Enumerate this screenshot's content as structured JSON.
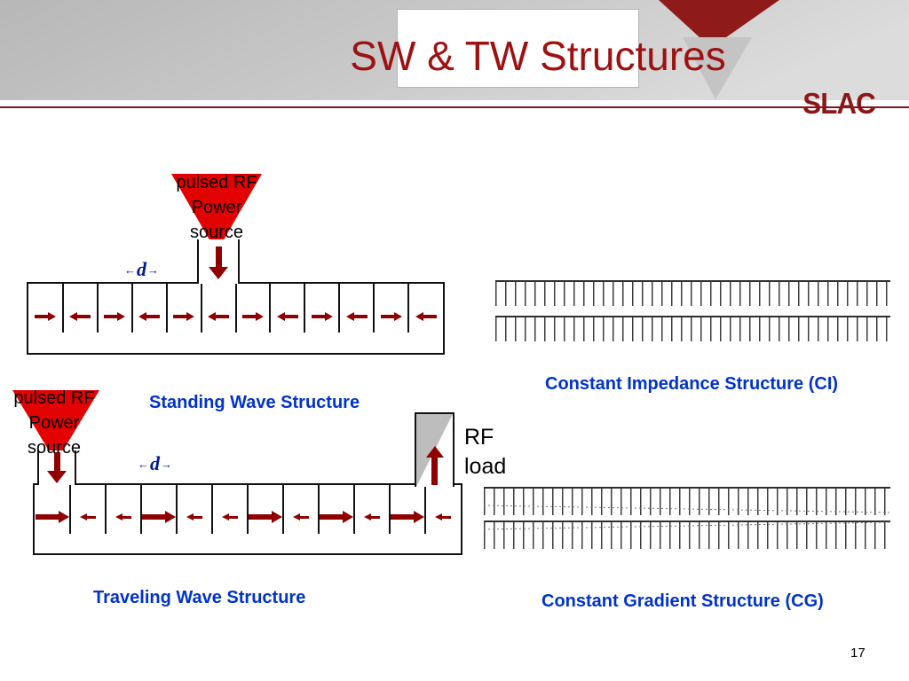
{
  "slide": {
    "title": "SW & TW Structures",
    "logo_text": "SLAC",
    "page_number": "17"
  },
  "colors": {
    "title_red": "#9e1111",
    "slac_red": "#8b1717",
    "rule_red": "#7f1622",
    "arrow_red": "#8f0000",
    "funnel_red": "#e20202",
    "caption_blue": "#0033cc",
    "d_label_blue": "#00189e",
    "load_gray": "#bdbdbd"
  },
  "standing_wave": {
    "source_label": {
      "lines": [
        "pulsed RF",
        "Power",
        "source"
      ]
    },
    "spacing_label": "d",
    "spacing_arrows": {
      "left": "←",
      "right": "→"
    },
    "caption": "Standing Wave Structure",
    "cells": [
      {
        "dir": "right",
        "size": "med"
      },
      {
        "dir": "left",
        "size": "med"
      },
      {
        "dir": "right",
        "size": "med"
      },
      {
        "dir": "left",
        "size": "med"
      },
      {
        "dir": "right",
        "size": "med"
      },
      {
        "dir": "left",
        "size": "med"
      },
      {
        "dir": "right",
        "size": "med"
      },
      {
        "dir": "left",
        "size": "med"
      },
      {
        "dir": "right",
        "size": "med"
      },
      {
        "dir": "left",
        "size": "med"
      },
      {
        "dir": "right",
        "size": "med"
      },
      {
        "dir": "left",
        "size": "med"
      }
    ]
  },
  "traveling_wave": {
    "source_label": {
      "lines": [
        "pulsed RF",
        "Power",
        "source"
      ]
    },
    "spacing_label": "d",
    "spacing_arrows": {
      "left": "←",
      "right": "→"
    },
    "load_label": {
      "lines": [
        "RF",
        "load"
      ]
    },
    "caption": "Traveling Wave Structure",
    "cells": [
      {
        "dir": "right",
        "size": "big"
      },
      {
        "dir": "left",
        "size": "small"
      },
      {
        "dir": "left",
        "size": "small"
      },
      {
        "dir": "right",
        "size": "big"
      },
      {
        "dir": "left",
        "size": "small"
      },
      {
        "dir": "left",
        "size": "small"
      },
      {
        "dir": "right",
        "size": "big"
      },
      {
        "dir": "left",
        "size": "small"
      },
      {
        "dir": "right",
        "size": "big"
      },
      {
        "dir": "left",
        "size": "small"
      },
      {
        "dir": "right",
        "size": "big"
      },
      {
        "dir": "left",
        "size": "small"
      }
    ]
  },
  "constant_impedance": {
    "caption": "Constant Impedance Structure (CI)"
  },
  "constant_gradient": {
    "caption": "Constant Gradient Structure (CG)"
  }
}
